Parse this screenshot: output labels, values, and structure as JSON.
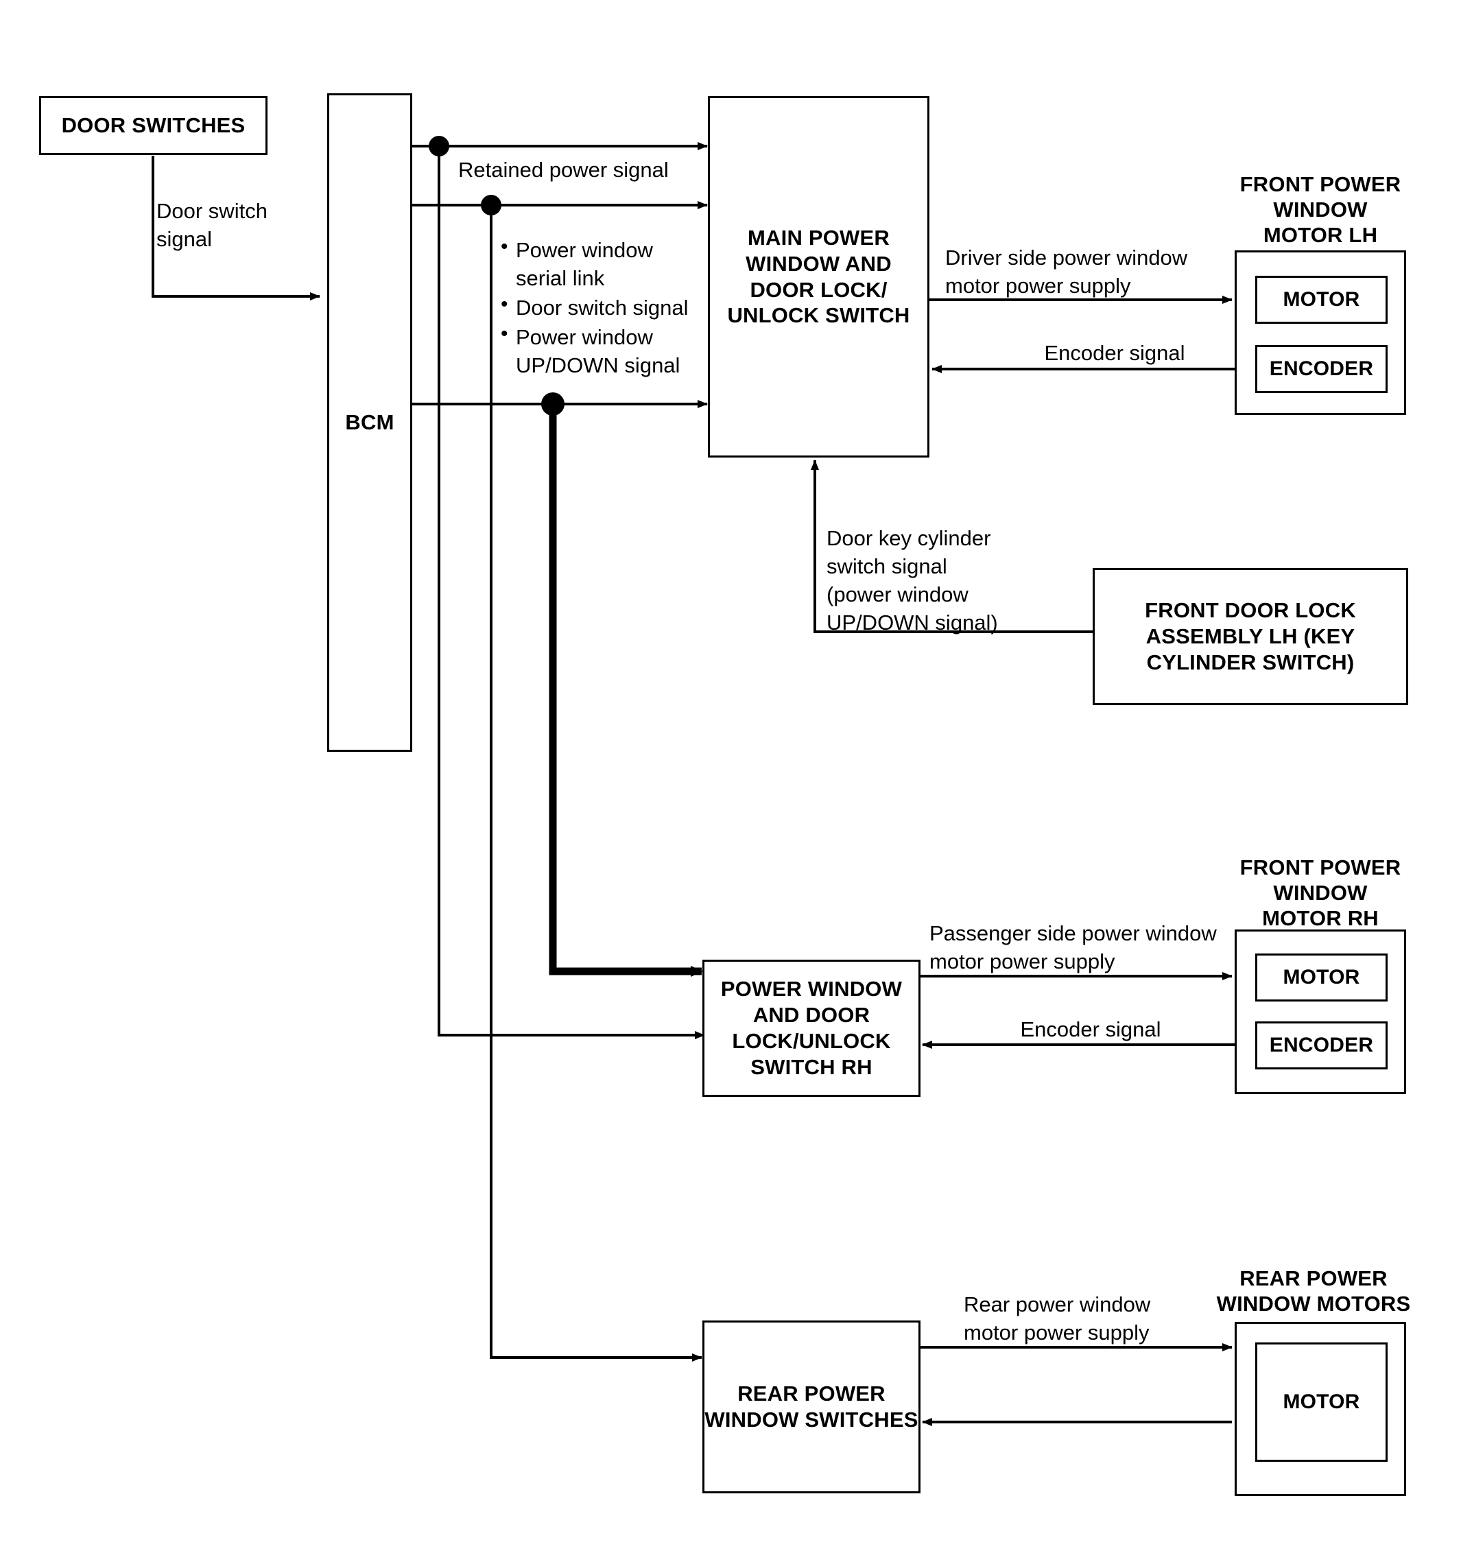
{
  "diagram": {
    "title": "Power window system block diagram",
    "line_color": "#000000",
    "background_color": "#ffffff"
  },
  "blocks": {
    "door_switches": {
      "label": "DOOR SWITCHES"
    },
    "bcm": {
      "label": "BCM"
    },
    "main_switch": {
      "label": "MAIN POWER\nWINDOW AND\nDOOR LOCK/\nUNLOCK SWITCH"
    },
    "front_motor_lh": {
      "title": "FRONT POWER\nWINDOW\nMOTOR LH",
      "motor": "MOTOR",
      "encoder": "ENCODER"
    },
    "front_door_lock_lh": {
      "label": "FRONT DOOR LOCK\nASSEMBLY LH (KEY\nCYLINDER SWITCH)"
    },
    "switch_rh": {
      "label": "POWER WINDOW\nAND DOOR\nLOCK/UNLOCK\nSWITCH RH"
    },
    "front_motor_rh": {
      "title": "FRONT POWER\nWINDOW\nMOTOR RH",
      "motor": "MOTOR",
      "encoder": "ENCODER"
    },
    "rear_switches": {
      "label": "REAR POWER\nWINDOW SWITCHES"
    },
    "rear_motors": {
      "title": "REAR POWER\nWINDOW MOTORS",
      "motor": "MOTOR"
    }
  },
  "signals": {
    "door_switch_signal": "Door switch\nsignal",
    "retained_power_signal": "Retained power signal",
    "serial_bullets": [
      "Power window\nserial link",
      "Door switch signal",
      "Power window\nUP/DOWN signal"
    ],
    "driver_motor_supply": "Driver side power window\nmotor power supply",
    "encoder_signal_lh": "Encoder signal",
    "door_key_cylinder": "Door key cylinder\nswitch signal\n(power window\nUP/DOWN signal)",
    "passenger_motor_supply": "Passenger side power window\nmotor power supply",
    "encoder_signal_rh": "Encoder signal",
    "rear_motor_supply": "Rear power window\nmotor power supply"
  }
}
